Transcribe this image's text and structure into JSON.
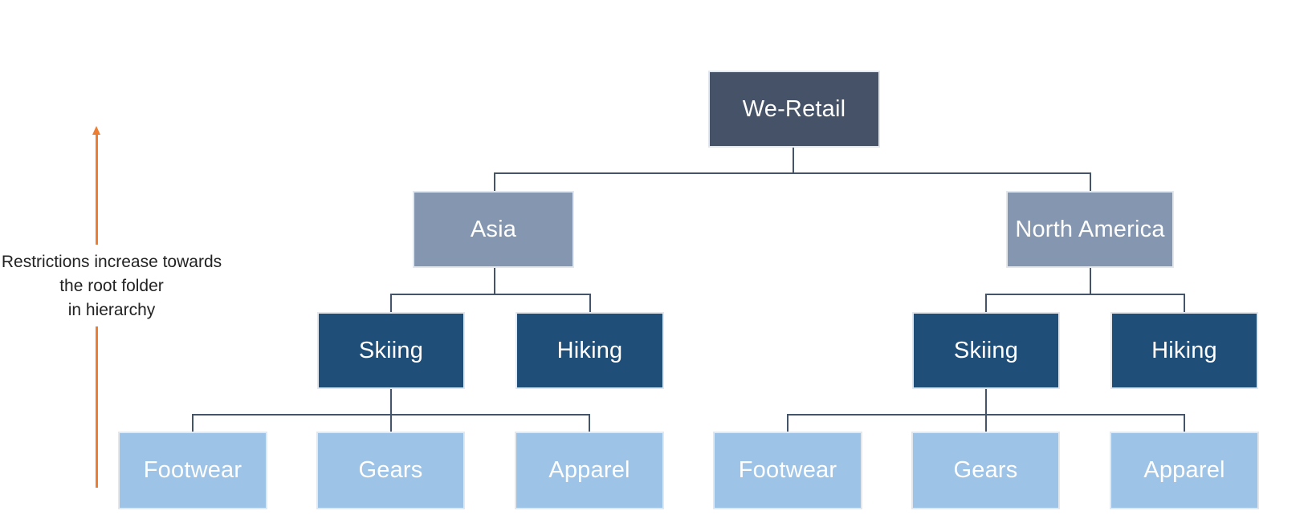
{
  "note": {
    "lines": [
      "Restrictions increase towards",
      "the root folder",
      "in hierarchy"
    ]
  },
  "colors": {
    "root": "#455268",
    "region": "#8496b0",
    "activity": "#1f4e79",
    "category": "#9dc3e6",
    "connector": "#44546a",
    "arrow": "#ed7d31"
  },
  "tree": {
    "root": "We-Retail",
    "regions": [
      {
        "label": "Asia",
        "activities": [
          {
            "label": "Skiing",
            "categories": [
              "Footwear",
              "Gears",
              "Apparel"
            ]
          },
          {
            "label": "Hiking",
            "categories": []
          }
        ]
      },
      {
        "label": "North America",
        "activities": [
          {
            "label": "Skiing",
            "categories": [
              "Footwear",
              "Gears",
              "Apparel"
            ]
          },
          {
            "label": "Hiking",
            "categories": []
          }
        ]
      }
    ]
  }
}
